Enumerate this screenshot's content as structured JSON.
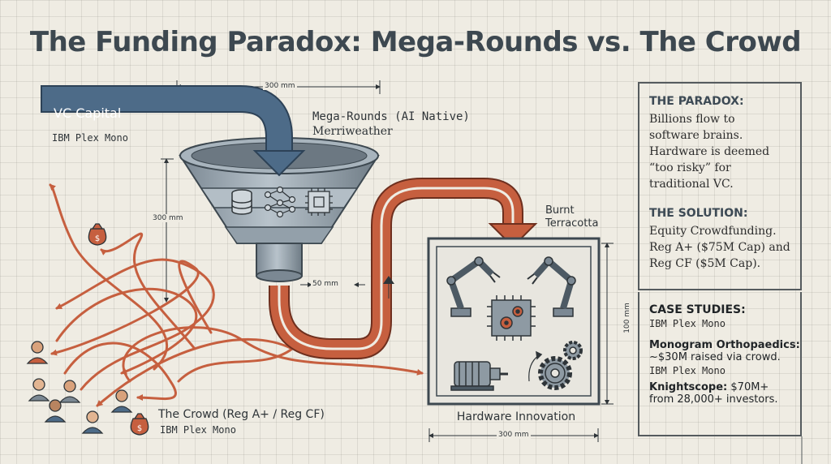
{
  "title": "The Funding Paradox: Mega-Rounds vs. The Crowd",
  "labels": {
    "vc_capital": "VC Capital",
    "vc_font_note": "IBM Plex Mono",
    "mega_rounds": "Mega-Rounds (AI Native)",
    "mega_font_note": "Merriweather",
    "burnt_terracotta": "Burnt\nTerracotta",
    "crowd": "The Crowd (Reg A+ / Reg CF)",
    "crowd_font_note": "IBM Plex Mono",
    "hardware": "Hardware Innovation"
  },
  "dimensions": {
    "top": "300 mm",
    "left": "300 mm",
    "spout": "50 mm",
    "box_height": "100 mm",
    "bottom": "300 mm"
  },
  "panel": {
    "paradox_head": "THE PARADOX:",
    "paradox_text": "Billions flow to\nsoftware brains.\nHardware is deemed\n“too risky” for\ntraditional VC.",
    "solution_head": "THE SOLUTION:",
    "solution_text": "Equity Crowdfunding.\nReg A+ ($75M Cap) and\nReg CF ($5M Cap).",
    "case_head": "CASE STUDIES:",
    "case_font_note_1": "IBM Plex Mono",
    "case_1_name": "Monogram Orthopaedics:",
    "case_1_body": "~$30M raised via crowd.",
    "case_font_note_2": "IBM Plex Mono",
    "case_2_name": "Knightscope:",
    "case_2_body": " $70M+",
    "case_2_body_line2": "from 28,000+ investors."
  },
  "icons": {
    "funnel_contents": [
      "database-icon",
      "neural-network-icon",
      "chip-icon"
    ],
    "hardware_contents": [
      "robot-arm-icon",
      "robot-arm-icon",
      "chip-gears-icon",
      "motor-icon",
      "gears-icon"
    ],
    "crowd": [
      "money-bag-icon",
      "person-icon",
      "money-bag-icon"
    ]
  },
  "colors": {
    "vc_blue": "#4d6b88",
    "terracotta": "#c65f3f",
    "panel_border": "#555b5e",
    "background": "#efece3"
  }
}
